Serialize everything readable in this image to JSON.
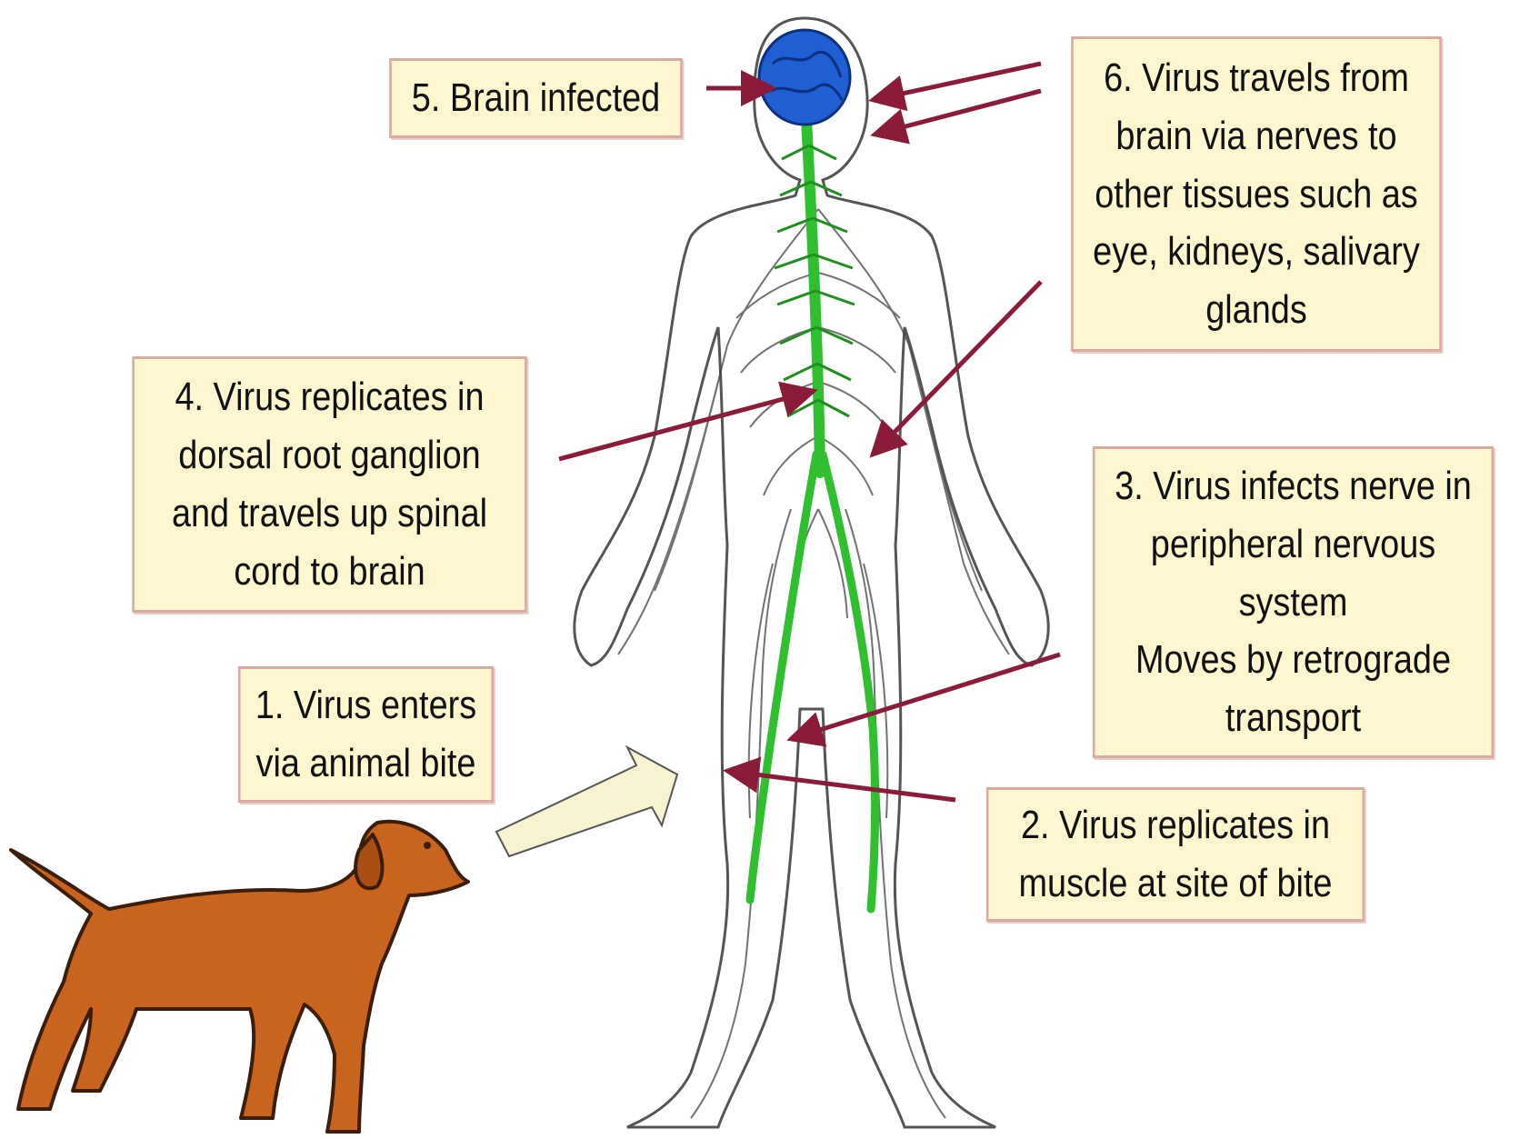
{
  "callouts": {
    "step1": {
      "lines": [
        "1. Virus enters",
        "via animal bite"
      ]
    },
    "step2": {
      "lines": [
        "2. Virus replicates in",
        "muscle at site of bite"
      ]
    },
    "step3": {
      "lines": [
        "3. Virus infects nerve in",
        "peripheral nervous",
        "system",
        "Moves by retrograde",
        "transport"
      ]
    },
    "step4": {
      "lines": [
        "4. Virus replicates in",
        "dorsal root ganglion",
        "and travels up spinal",
        "cord to brain"
      ]
    },
    "step5": {
      "lines": [
        "5. Brain  infected"
      ]
    },
    "step6": {
      "lines": [
        "6. Virus travels from",
        "brain via nerves to",
        "other tissues such as",
        "eye, kidneys, salivary",
        "glands"
      ]
    }
  },
  "colors": {
    "callout_fill": "#fdf6cf",
    "callout_border": "#d9a9a2",
    "arrow": "#8a1c3a",
    "spinal_cord": "#2fbf2f",
    "brain": "#1f5fd1",
    "dog": "#c8641e",
    "body_outline": "#555555"
  }
}
